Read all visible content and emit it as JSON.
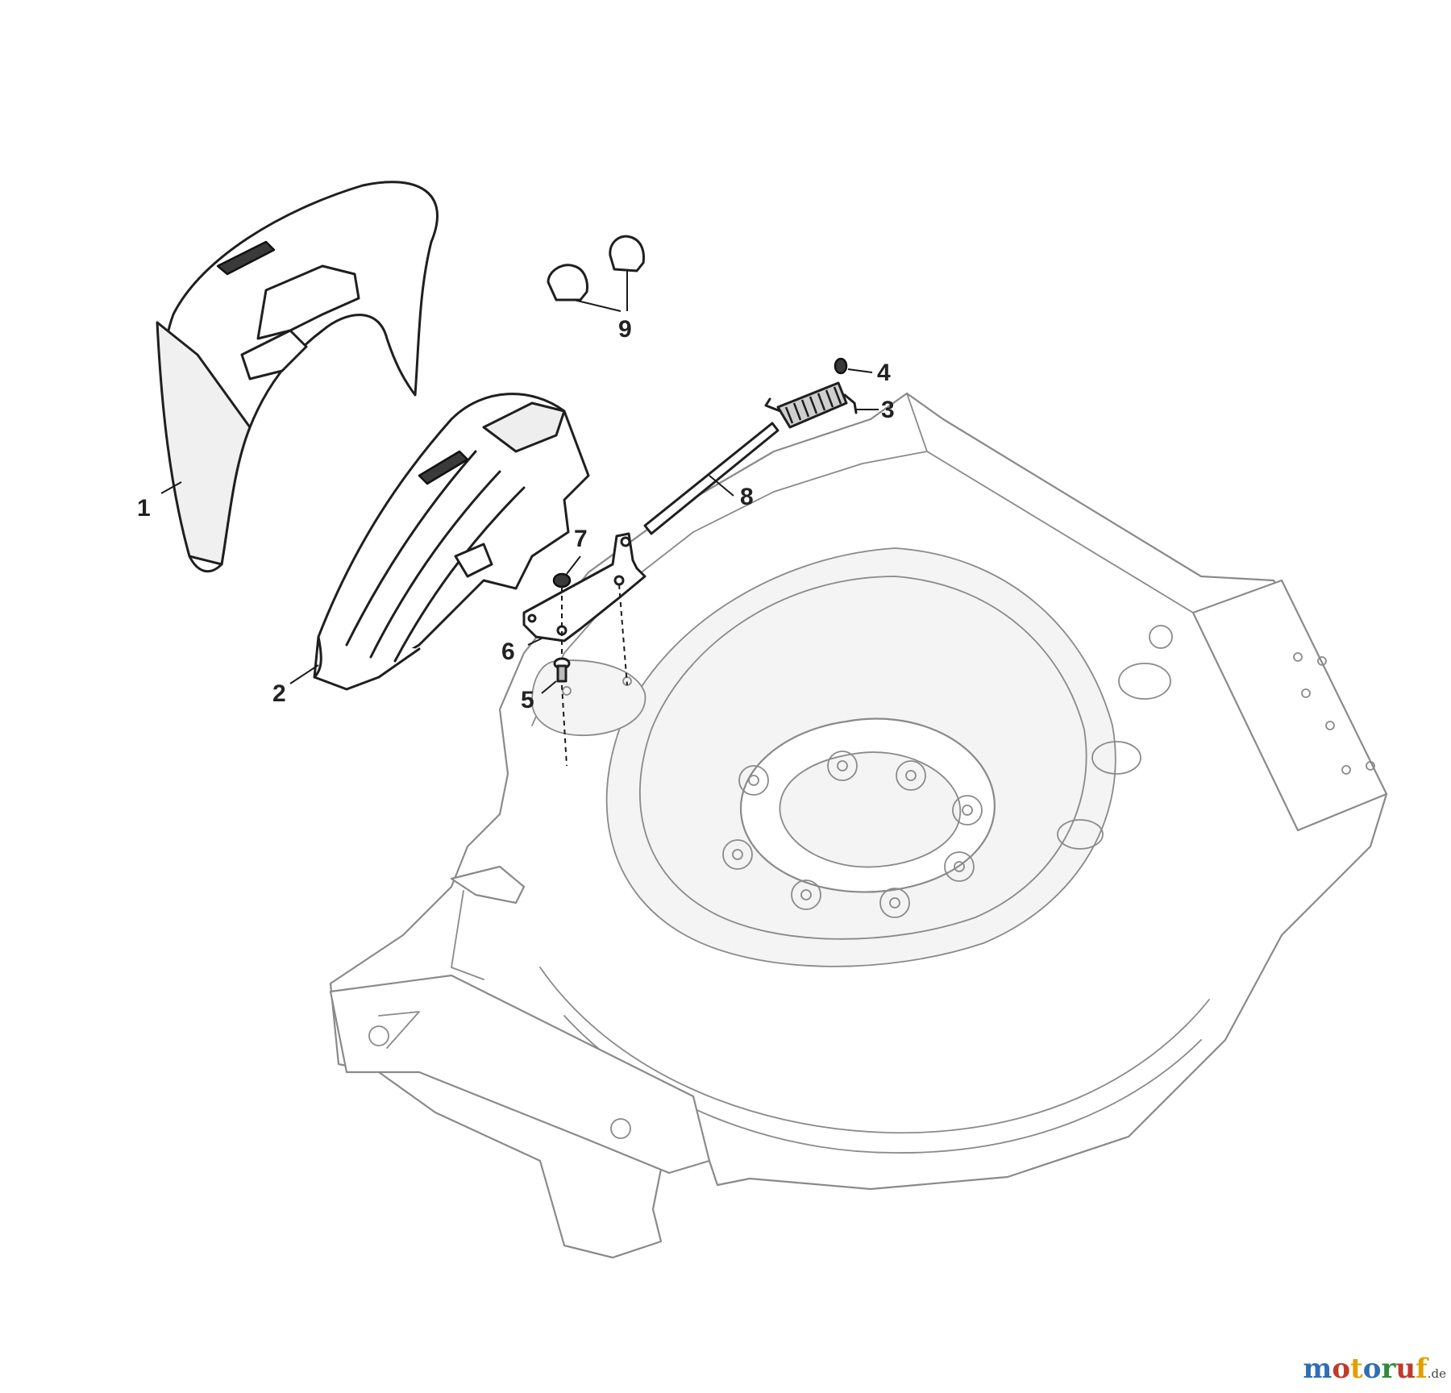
{
  "callouts": [
    {
      "id": "1",
      "label": "1"
    },
    {
      "id": "2",
      "label": "2"
    },
    {
      "id": "3",
      "label": "3"
    },
    {
      "id": "4",
      "label": "4"
    },
    {
      "id": "5",
      "label": "5"
    },
    {
      "id": "6",
      "label": "6"
    },
    {
      "id": "7",
      "label": "7"
    },
    {
      "id": "8",
      "label": "8"
    },
    {
      "id": "9",
      "label": "9"
    }
  ],
  "watermark": {
    "letters": [
      "m",
      "o",
      "t",
      "o",
      "r",
      "u",
      "f"
    ],
    "letter_colors": [
      "#2f6fb3",
      "#c0392b",
      "#e0a100",
      "#2f6fb3",
      "#2e8b3a",
      "#c0392b",
      "#e0a100"
    ],
    "tld": ".de"
  }
}
